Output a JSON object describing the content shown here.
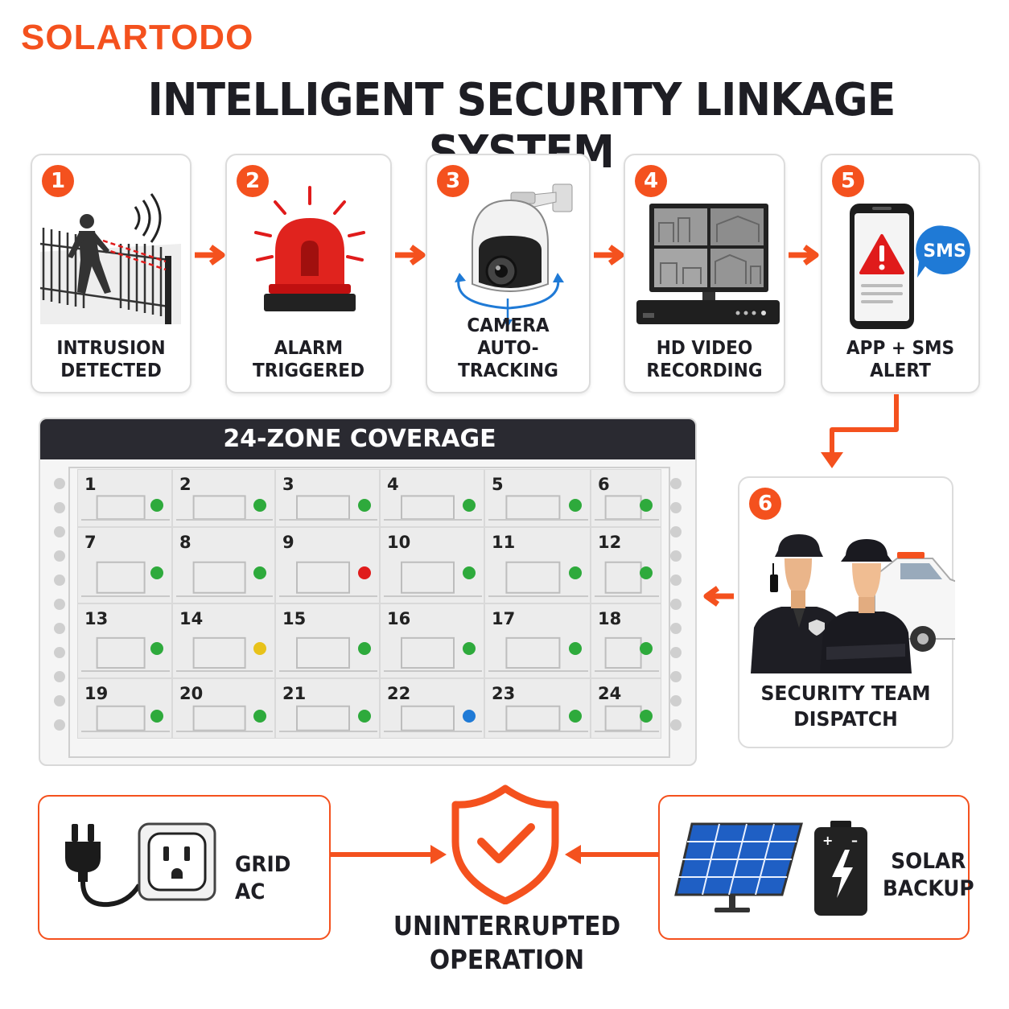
{
  "brand": {
    "name": "SOLARTODO",
    "color": "#f4511e"
  },
  "title": "INTELLIGENT SECURITY LINKAGE SYSTEM",
  "colors": {
    "accent": "#f4511e",
    "dark": "#2a2a31",
    "status_ok": "#2eaa3c",
    "status_alert": "#e01b1b",
    "status_warn": "#e8c21a",
    "status_info": "#1f7ad6"
  },
  "steps": [
    {
      "number": "1",
      "line1": "INTRUSION",
      "line2": "DETECTED",
      "icon": "intruder-fence-icon"
    },
    {
      "number": "2",
      "line1": "ALARM",
      "line2": "TRIGGERED",
      "icon": "siren-icon"
    },
    {
      "number": "3",
      "line1": "CAMERA",
      "line2": "AUTO-TRACKING",
      "icon": "ptz-camera-icon"
    },
    {
      "number": "4",
      "line1": "HD VIDEO",
      "line2": "RECORDING",
      "icon": "monitor-nvr-icon"
    },
    {
      "number": "5",
      "line1": "APP + SMS",
      "line2": "ALERT",
      "icon": "phone-alert-icon",
      "bubble": "SMS"
    },
    {
      "number": "6",
      "line1": "SECURITY TEAM",
      "line2": "DISPATCH",
      "icon": "guards-vehicle-icon"
    }
  ],
  "zones": {
    "title": "24-ZONE COVERAGE",
    "items": [
      {
        "label": "1",
        "status": "ok"
      },
      {
        "label": "2",
        "status": "ok"
      },
      {
        "label": "3",
        "status": "ok"
      },
      {
        "label": "4",
        "status": "ok"
      },
      {
        "label": "5",
        "status": "ok"
      },
      {
        "label": "6",
        "status": "ok"
      },
      {
        "label": "7",
        "status": "ok"
      },
      {
        "label": "8",
        "status": "ok"
      },
      {
        "label": "9",
        "status": "alert"
      },
      {
        "label": "10",
        "status": "ok"
      },
      {
        "label": "11",
        "status": "ok"
      },
      {
        "label": "12",
        "status": "ok"
      },
      {
        "label": "13",
        "status": "ok"
      },
      {
        "label": "14",
        "status": "warn"
      },
      {
        "label": "15",
        "status": "ok"
      },
      {
        "label": "16",
        "status": "ok"
      },
      {
        "label": "17",
        "status": "ok"
      },
      {
        "label": "18",
        "status": "ok"
      },
      {
        "label": "19",
        "status": "ok"
      },
      {
        "label": "20",
        "status": "ok"
      },
      {
        "label": "21",
        "status": "ok"
      },
      {
        "label": "22",
        "status": "info"
      },
      {
        "label": "23",
        "status": "ok"
      },
      {
        "label": "24",
        "status": "ok"
      }
    ]
  },
  "power": {
    "grid_label": "GRID AC",
    "solar_line1": "SOLAR",
    "solar_line2": "BACKUP",
    "result_line1": "UNINTERRUPTED",
    "result_line2": "OPERATION"
  }
}
